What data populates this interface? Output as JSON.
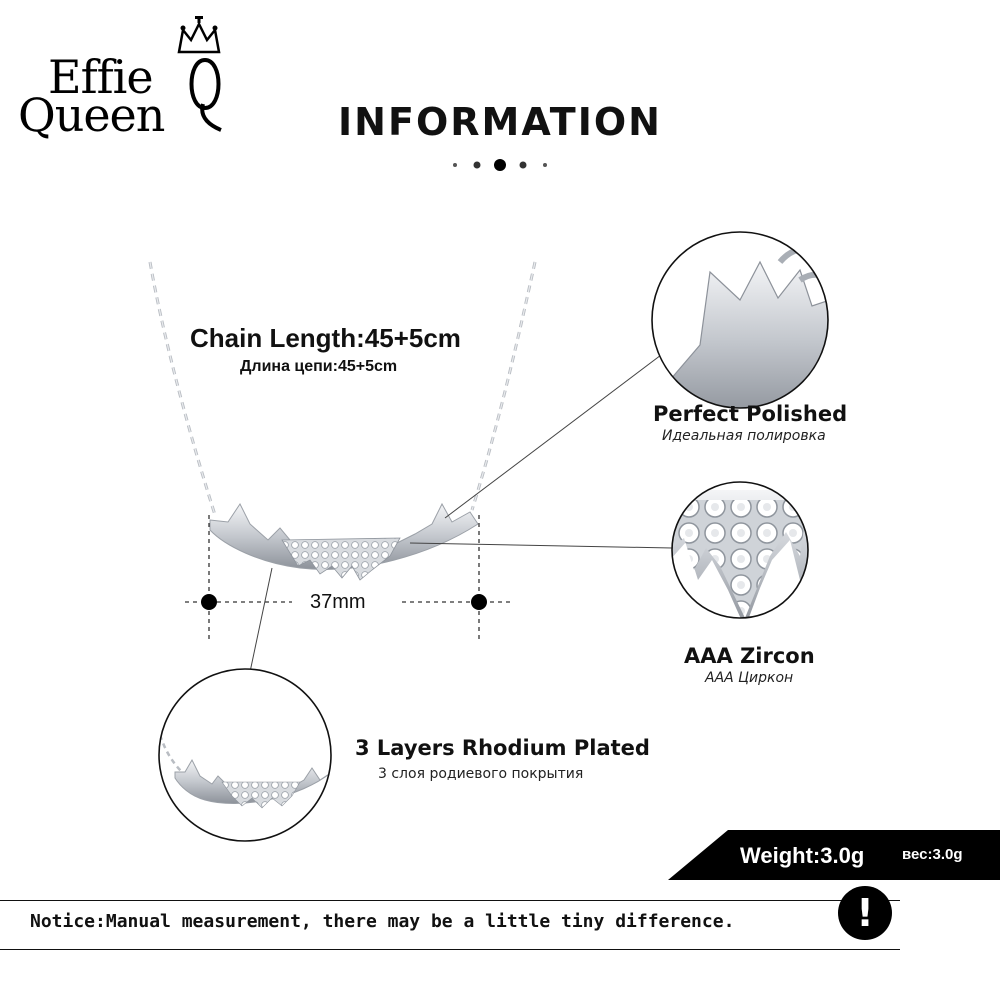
{
  "brand": {
    "line1": "Effie",
    "line2": "Queen"
  },
  "title": "INFORMATION",
  "chain": {
    "en": "Chain Length:45+5cm",
    "ru": "Длина цепи:45+5cm"
  },
  "width": {
    "label": "37mm"
  },
  "features": [
    {
      "en": "Perfect  Polished",
      "ru": "Идеальная полировка"
    },
    {
      "en": "AAA  Zircon",
      "ru": "AAA Циркон"
    },
    {
      "en": "3 Layers Rhodium Plated",
      "ru": "3 слоя родиевого покрытия"
    }
  ],
  "weight": {
    "en": "Weight:3.0g",
    "ru": "вес:3.0g"
  },
  "notice": {
    "text": "Notice:Manual measurement, there may be a little tiny difference.",
    "icon": "exclamation-icon"
  },
  "colors": {
    "accent": "#000000",
    "metal": "#c9ccd1"
  }
}
